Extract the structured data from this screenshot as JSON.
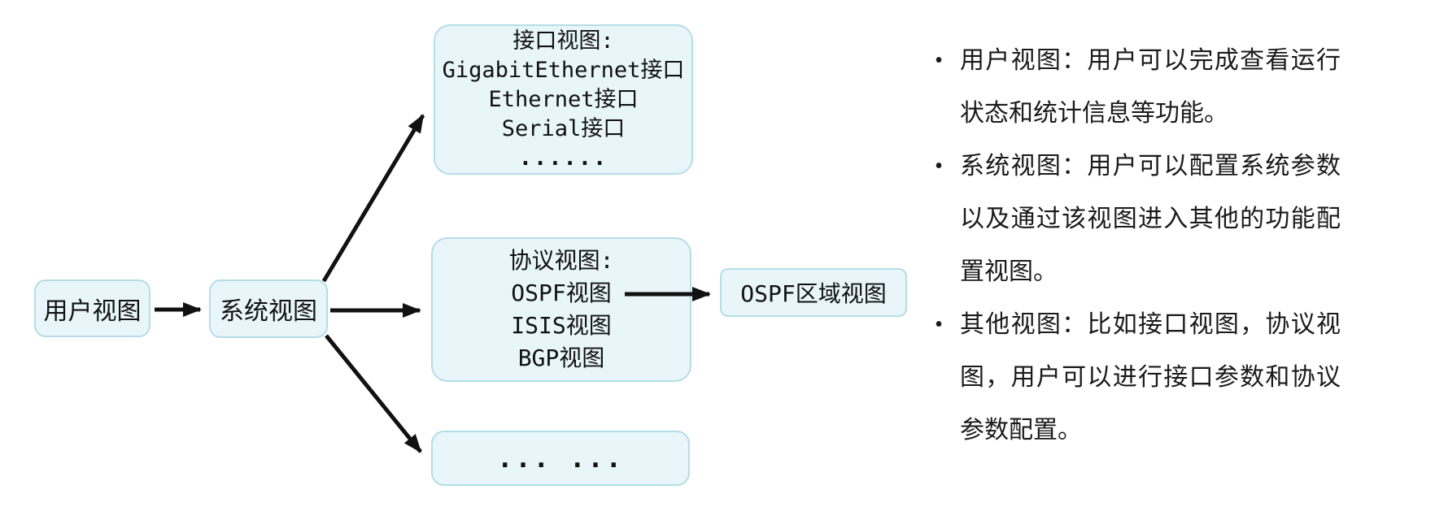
{
  "diagram": {
    "user_box": {
      "label": "用户视图"
    },
    "system_box": {
      "label": "系统视图"
    },
    "interface_box": {
      "title": "接口视图:",
      "lines": [
        "GigabitEthernet接口",
        "Ethernet接口",
        "Serial接口",
        "......"
      ]
    },
    "protocol_box": {
      "title": "协议视图:",
      "lines": [
        "OSPF视图",
        "ISIS视图",
        "BGP视图"
      ]
    },
    "ospf_area_box": {
      "label": "OSPF区域视图"
    },
    "etc_box": {
      "label": "... ..."
    },
    "colors": {
      "box_fill": "#e8f5f9",
      "box_border": "#b5dde8",
      "arrow": "#111111"
    }
  },
  "notes": {
    "bullet": "•",
    "items": [
      {
        "text": "用户视图：用户可以完成查看运行状态和统计信息等功能。"
      },
      {
        "text": "系统视图：用户可以配置系统参数以及通过该视图进入其他的功能配置视图。"
      },
      {
        "text": "其他视图：比如接口视图，协议视图，用户可以进行接口参数和协议参数配置。"
      }
    ]
  }
}
